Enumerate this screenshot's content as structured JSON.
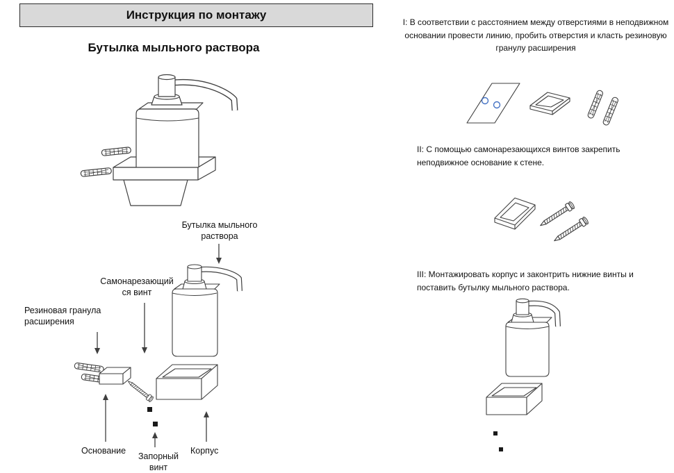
{
  "header": {
    "title": "Инструкция по монтажу"
  },
  "left_panel": {
    "subtitle": "Бутылка мыльного раствора",
    "part_labels": {
      "bottle": "Бутылка мыльного раствора",
      "self_tapping_screw": "Самонарезающийся винт",
      "rubber_granule": "Резиновая гранула расширения",
      "base": "Основание",
      "locking_screw": "Запорный винт",
      "body": "Корпус"
    }
  },
  "right_panel": {
    "step1_text": "I: В соответствии с расстоянием между отверстиями в неподвижном основании провести линию, пробить отверстия и класть резиновую гранулу расширения",
    "step2_text": "II: С помощью самонарезающихся винтов закрепить неподвижное основание к стене.",
    "step3_text": "III: Монтажировать корпус и законтрить нижние винты и поставить бутылку мыльного раствора."
  },
  "colors": {
    "accent_blue": "#4472c4",
    "header_bg": "#d9d9d9",
    "line": "#3f3f3f"
  }
}
